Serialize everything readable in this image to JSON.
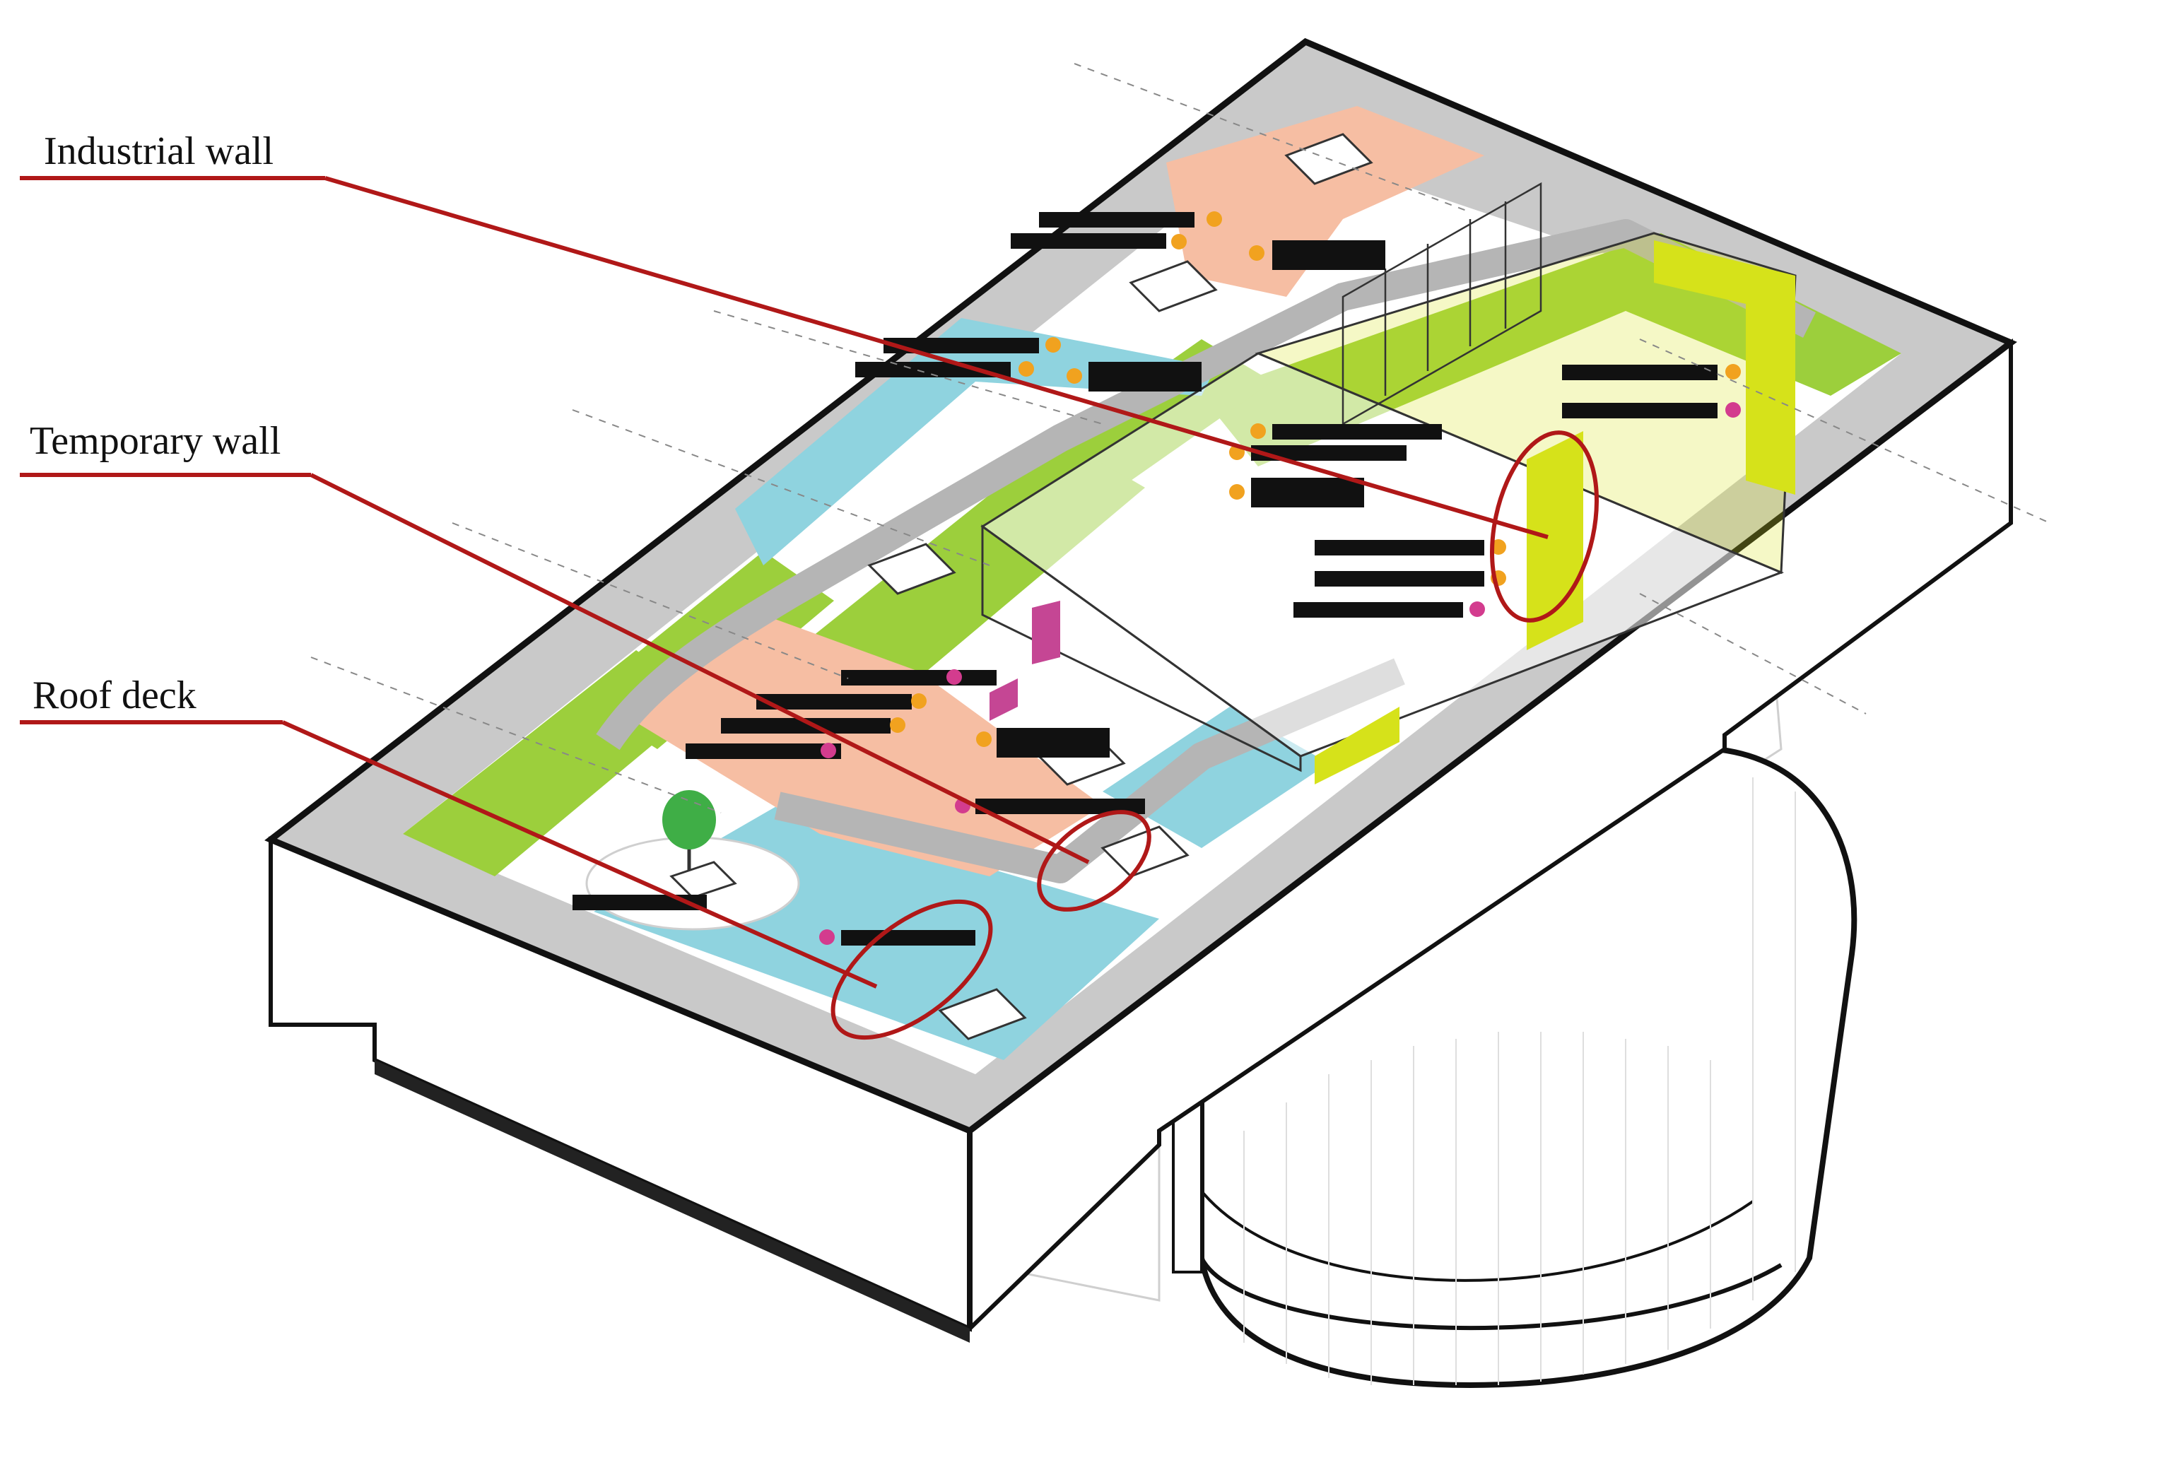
{
  "callouts": [
    {
      "id": "industrial",
      "label": "Industrial wall"
    },
    {
      "id": "temporary",
      "label": "Temporary wall"
    },
    {
      "id": "roofdeck",
      "label": "Roof deck"
    }
  ],
  "colors": {
    "leader": "#b01818",
    "outline": "#111111",
    "roof_gray": "#c9c9c9",
    "green": "#9ccf3c",
    "lime": "#d6e21a",
    "cyan": "#8fd3df",
    "salmon": "#f6bea3",
    "path_gray": "#b5b5b5",
    "tag_bg": "#111111",
    "orange_dot": "#f1a21f",
    "magenta_dot": "#d33c8e"
  }
}
